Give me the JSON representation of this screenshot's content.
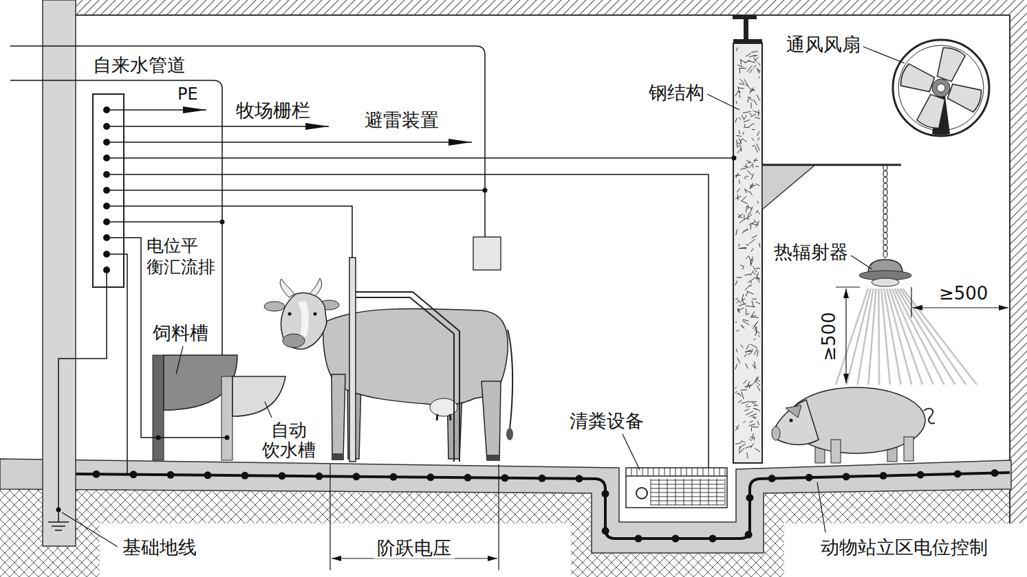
{
  "diagram": {
    "labels": [
      "自来水管道",
      "PE",
      "牧场栅栏",
      "避雷装置",
      "通风风扇",
      "钢结构",
      "热辐射器",
      "电位平 衡汇流排",
      "≥500",
      "≥500",
      "饲料槽",
      "自动 饮水槽",
      "清粪设备",
      "阶跃电压",
      "基础地线",
      "动物站立区电位控制"
    ]
  }
}
